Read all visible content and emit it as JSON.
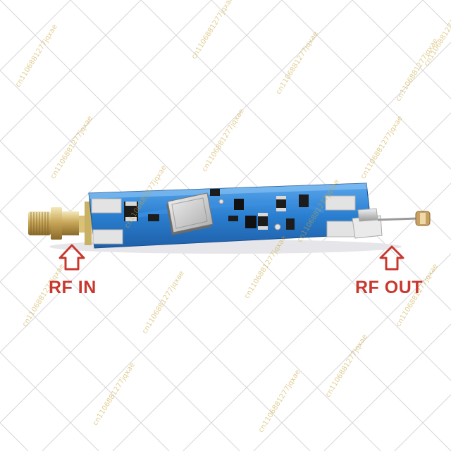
{
  "labels": {
    "rf_in": "RF IN",
    "rf_out": "RF OUT"
  },
  "watermark": {
    "text": "cn1106881277jqxae"
  },
  "colors": {
    "label_red": "#c8382e",
    "pcb_blue": "#2a7fd0",
    "grid_line": "#d7d7dc",
    "watermark": "#c9a53c"
  }
}
